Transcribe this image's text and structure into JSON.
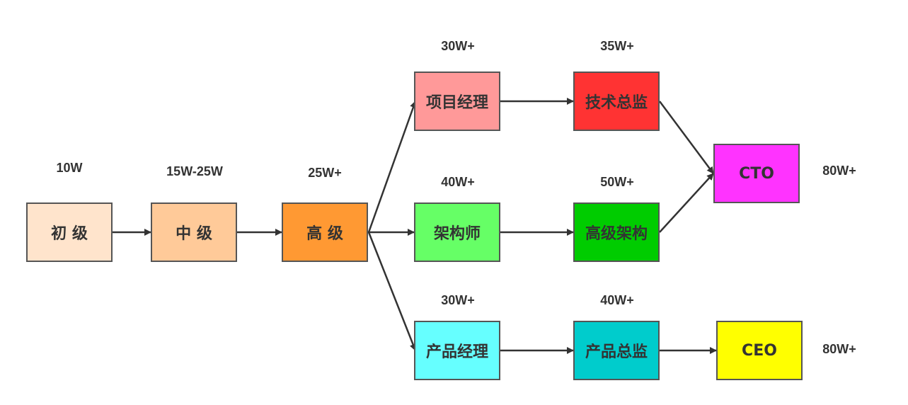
{
  "nodes": {
    "junior": {
      "label": "初 级",
      "salary": "10W",
      "color": "#FFE4CC"
    },
    "middle": {
      "label": "中 级",
      "salary": "15W-25W",
      "color": "#FFCA99"
    },
    "senior": {
      "label": "高 级",
      "salary": "25W+",
      "color": "#FF9933"
    },
    "pm": {
      "label": "项目经理",
      "salary": "30W+",
      "color": "#FF9999"
    },
    "tech_dir": {
      "label": "技术总监",
      "salary": "35W+",
      "color": "#FF3333"
    },
    "architect": {
      "label": "架构师",
      "salary": "40W+",
      "color": "#66FF66"
    },
    "sr_arch": {
      "label": "高级架构",
      "salary": "50W+",
      "color": "#00CC00"
    },
    "prod_mgr": {
      "label": "产品经理",
      "salary": "30W+",
      "color": "#66FFFF"
    },
    "prod_dir": {
      "label": "产品总监",
      "salary": "40W+",
      "color": "#00CCCC"
    },
    "cto": {
      "label": "CTO",
      "salary": "80W+",
      "color": "#FF33FF"
    },
    "ceo": {
      "label": "CEO",
      "salary": "80W+",
      "color": "#FFFF00"
    }
  },
  "edges": [
    [
      "junior",
      "middle"
    ],
    [
      "middle",
      "senior"
    ],
    [
      "senior",
      "pm"
    ],
    [
      "senior",
      "architect"
    ],
    [
      "senior",
      "prod_mgr"
    ],
    [
      "pm",
      "tech_dir"
    ],
    [
      "architect",
      "sr_arch"
    ],
    [
      "prod_mgr",
      "prod_dir"
    ],
    [
      "tech_dir",
      "cto"
    ],
    [
      "sr_arch",
      "cto"
    ],
    [
      "prod_dir",
      "ceo"
    ]
  ]
}
